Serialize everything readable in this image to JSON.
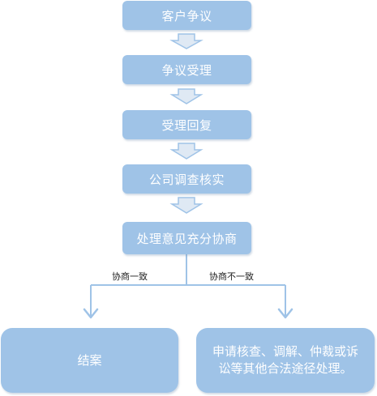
{
  "steps": [
    {
      "label": "客户争议"
    },
    {
      "label": "争议受理"
    },
    {
      "label": "受理回复"
    },
    {
      "label": "公司调查核实"
    },
    {
      "label": "处理意见充分协商"
    }
  ],
  "branches": {
    "left_label": "协商一致",
    "right_label": "协商不一致"
  },
  "outcomes": {
    "left": "结案",
    "right_line1": "申请核查、调解、仲裁或诉",
    "right_line2": "讼等其他合法途径处理。"
  },
  "colors": {
    "box_fill": "#9fc3e7",
    "arrow_fill": "#9fc3e7",
    "text": "#ffffff"
  }
}
